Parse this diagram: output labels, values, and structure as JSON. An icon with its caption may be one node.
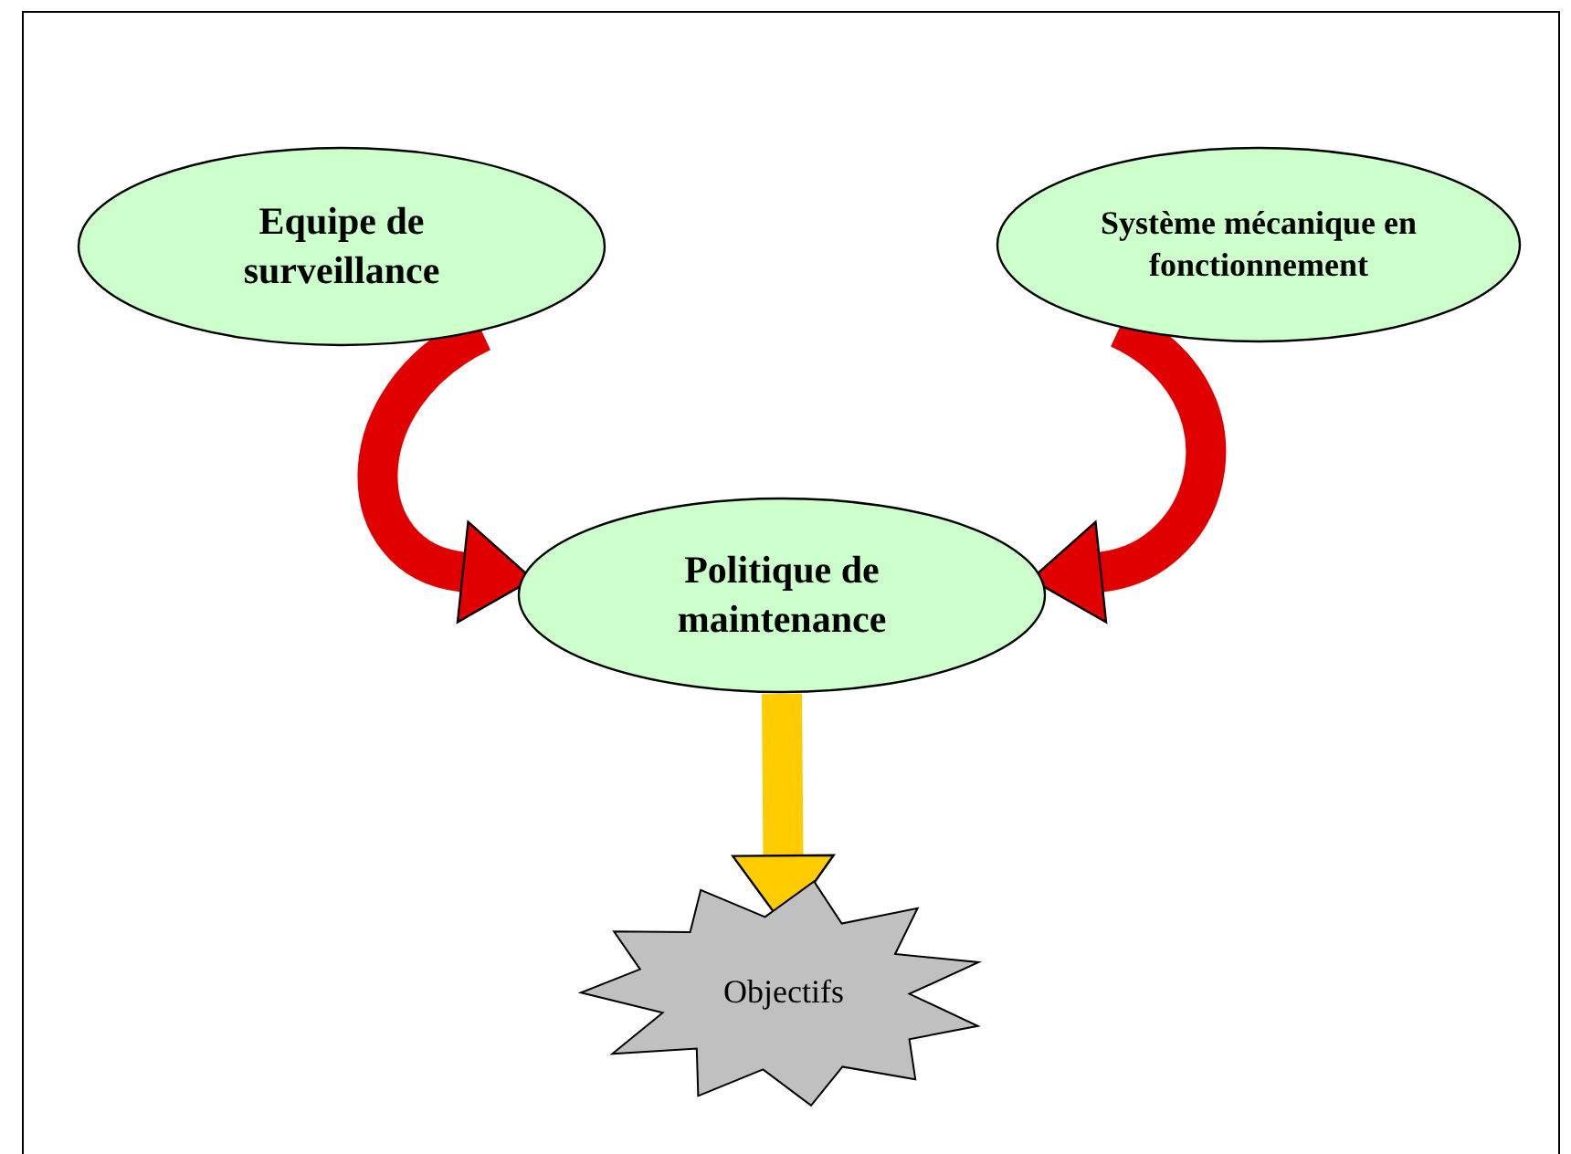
{
  "diagram": {
    "nodes": [
      {
        "text": [
          "Equipe de surveillance"
        ]
      },
      {
        "text": [
          "Système mécanique en fonctionnement"
        ]
      },
      {
        "text": [
          "Politique de maintenance"
        ]
      },
      {
        "text": [
          "Objectifs"
        ]
      }
    ],
    "edges": [
      {
        "from": 0,
        "to": 2,
        "arrow": "to"
      },
      {
        "from": 1,
        "to": 2,
        "arrow": "to"
      },
      {
        "from": 2,
        "to": 3,
        "arrow": "to",
        "color": "#ffcc00"
      }
    ]
  }
}
